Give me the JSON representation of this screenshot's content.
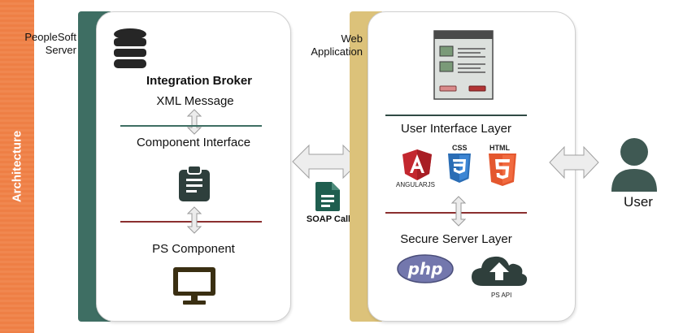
{
  "sidebar": {
    "label": "Architecture"
  },
  "peoplesoft": {
    "server_label": "PeopleSoft\nServer",
    "title": "Integration Broker",
    "xml_label": "XML Message",
    "component_interface_label": "Component Interface",
    "ps_component_label": "PS Component",
    "colors": {
      "dark": "#3e6e63",
      "red_line": "#8b2f2f",
      "icon": "#2e3f3c",
      "monitor": "#3a2f12"
    }
  },
  "soap": {
    "label": "SOAP Call",
    "icon": "document-icon",
    "color": "#1f5e4f"
  },
  "web": {
    "app_label": "Web\nApplication",
    "ui_layer_label": "User Interface Layer",
    "angular_label": "ANGULARJS",
    "css_label": "CSS",
    "html_label": "HTML",
    "secure_layer_label": "Secure Server Layer",
    "php_label": "php",
    "ps_api_label": "PS API",
    "colors": {
      "gold": "#dcc27a",
      "dark": "#2f4a44",
      "red_line": "#8b2f2f"
    }
  },
  "user": {
    "label": "User",
    "color": "#3f5953"
  }
}
